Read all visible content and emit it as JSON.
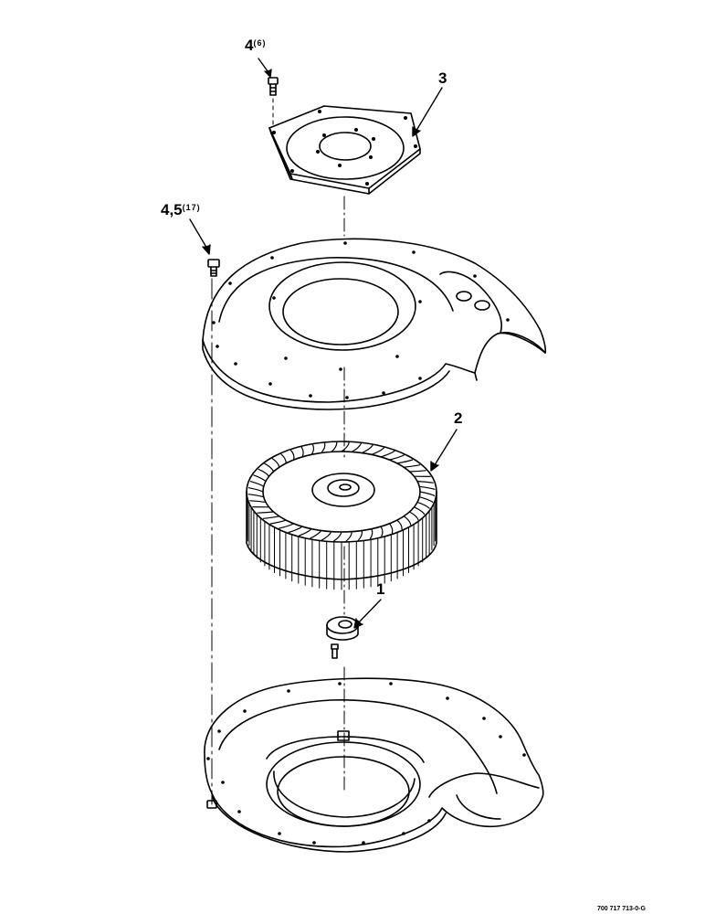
{
  "callouts": [
    {
      "id": "4",
      "qty": "(6)"
    },
    {
      "id": "3",
      "qty": ""
    },
    {
      "id": "4,5",
      "qty": "(17)"
    },
    {
      "id": "2",
      "qty": ""
    },
    {
      "id": "1",
      "qty": ""
    }
  ],
  "drawing_code": "700 717 713-0-G",
  "colors": {
    "line": "#000000",
    "background": "#ffffff"
  }
}
